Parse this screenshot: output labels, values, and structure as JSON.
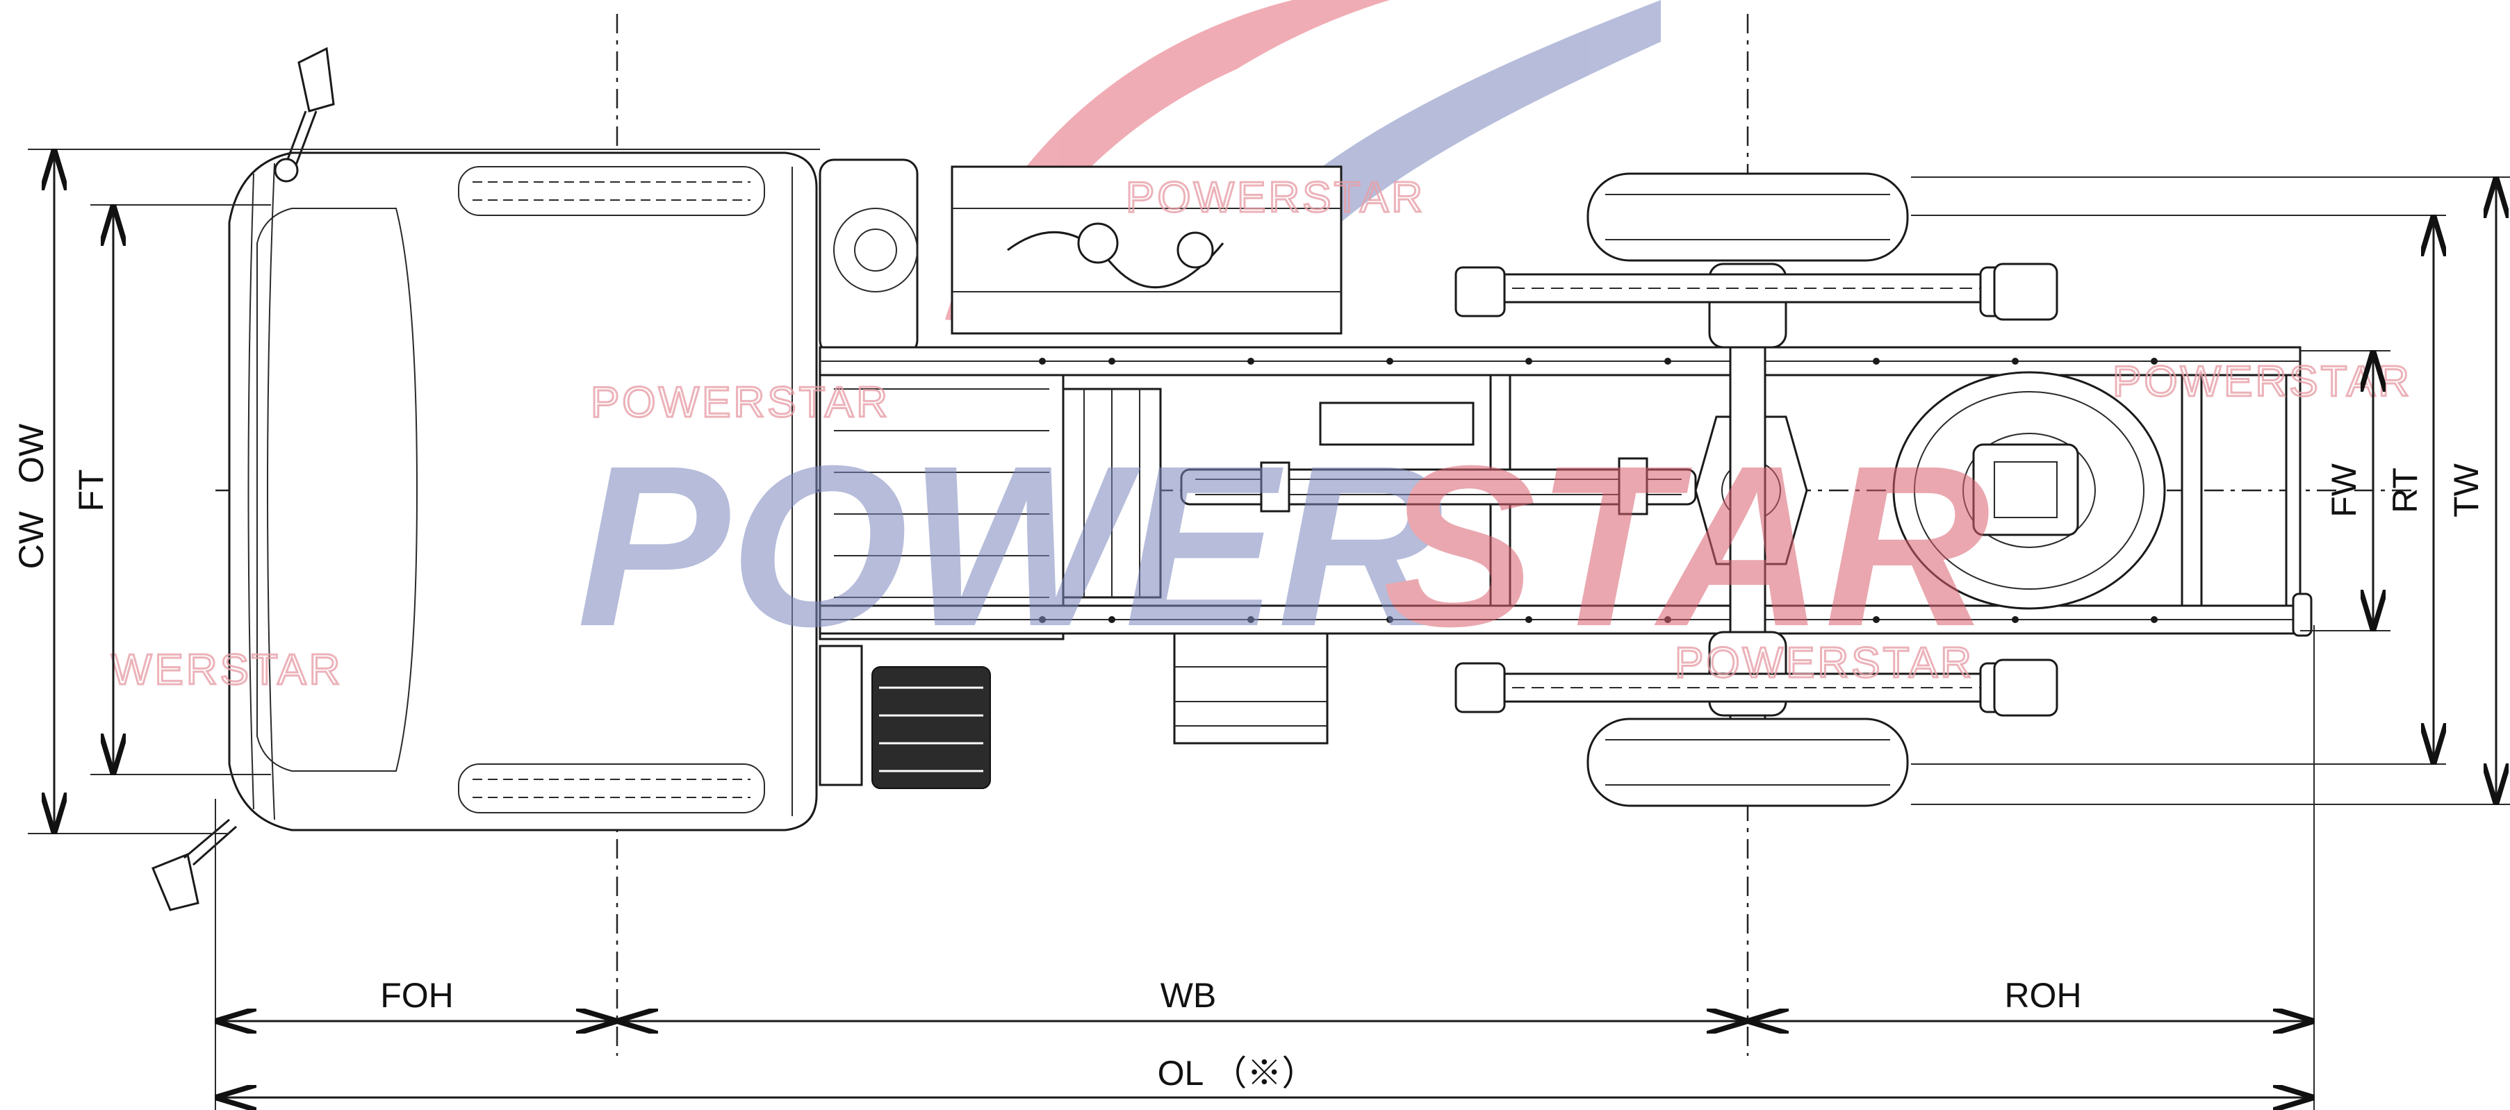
{
  "dimensions": {
    "front_overhang": "FOH",
    "wheelbase": "WB",
    "rear_overhang": "ROH",
    "overall_length": "OL （※）",
    "cab_width": "CW",
    "overall_width": "OW",
    "front_tread": "FT",
    "frame_width": "FW",
    "rear_tread": "RT",
    "total_width": "TW"
  },
  "watermark": {
    "brand": "POWERSTAR",
    "brand_part1": "POWER",
    "brand_part2": "STAR",
    "brand_partial": "WERSTAR"
  },
  "colors": {
    "line": "#1a1a1a",
    "watermark_blue": "#8f98c4",
    "watermark_red": "#d9606e",
    "watermark_light_red": "#e8a0a8"
  }
}
